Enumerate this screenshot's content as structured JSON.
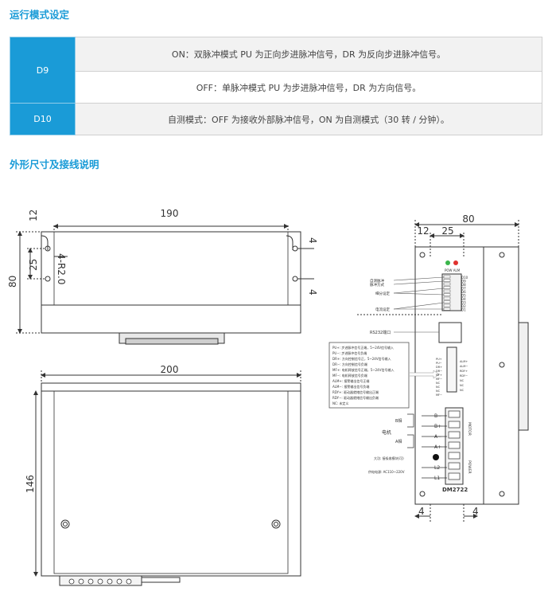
{
  "section1": {
    "title": "运行模式设定"
  },
  "table": {
    "rows": [
      {
        "key": "D9",
        "value": "ON：双脉冲模式 PU 为正向步进脉冲信号，DR 为反向步进脉冲信号。"
      },
      {
        "key": "",
        "value": "OFF：单脉冲模式 PU 为步进脉冲信号，DR 为方向信号。"
      },
      {
        "key": "D10",
        "value": "自测模式：OFF 为接收外部脉冲信号，ON 为自测模式（30 转 / 分钟）。"
      }
    ]
  },
  "section2": {
    "title": "外形尺寸及接线说明"
  },
  "drawing": {
    "side": {
      "dim_length": "190",
      "dim_top": "12",
      "dim_mid": "25",
      "dim_height": "80",
      "hole_label": "4-R2.0",
      "dim_right_top": "4",
      "dim_right_bot": "4"
    },
    "bottom": {
      "dim_length": "200",
      "dim_height": "146"
    },
    "front": {
      "dim_width": "80",
      "dim_left": "12",
      "dim_mid": "25",
      "dim_bl": "4",
      "dim_br": "4",
      "leds": "POW ALM",
      "labels": {
        "self_test": "自测脉冲",
        "pulse_mode": "脉冲方式",
        "subdiv": "细分设定",
        "current": "电流设定",
        "rs232": "RS232端口",
        "motor": "电机",
        "b_phase": "B相",
        "a_phase": "A相",
        "brake": "大功: 接吸收模块(可)",
        "power_in": "供电电源: AC110~220V",
        "model": "DM2722",
        "motor_vert": "MOTOR",
        "power_vert": "POWER"
      },
      "switches": [
        "D10",
        "D9",
        "D8",
        "D7",
        "D6",
        "D5",
        "D4",
        "D3",
        "D2",
        "D1"
      ],
      "terminals": [
        "B−",
        "B+",
        "A−",
        "A+",
        "",
        "L2",
        "L1"
      ],
      "signal_left": [
        "PU+",
        "PU−",
        "DR+",
        "DR−",
        "MF+",
        "MF−",
        "NC",
        "NC",
        "NC",
        "MF−"
      ],
      "signal_right": [
        "ALM+",
        "ALM−",
        "RDY+",
        "RDY−",
        "NC",
        "NC",
        "NC"
      ],
      "legend": [
        "PU+: 步进脉冲信号正端，5~24V信号输入",
        "PU−: 步进脉冲信号负端",
        "DR+: 方向控制信号正，5~24V信号输入",
        "DR−: 方向控制信号负端",
        "MF+: 电机释放信号正端，5~24V信号输入",
        "MF−: 电机释放信号负端",
        "ALM+: 报警输出信号正端",
        "ALM−: 报警输出信号负端",
        "RDY+: 驱动器就绪信号输出正端",
        "RDY−: 驱动器就绪信号输出负端",
        "NC: 未定义"
      ]
    }
  }
}
